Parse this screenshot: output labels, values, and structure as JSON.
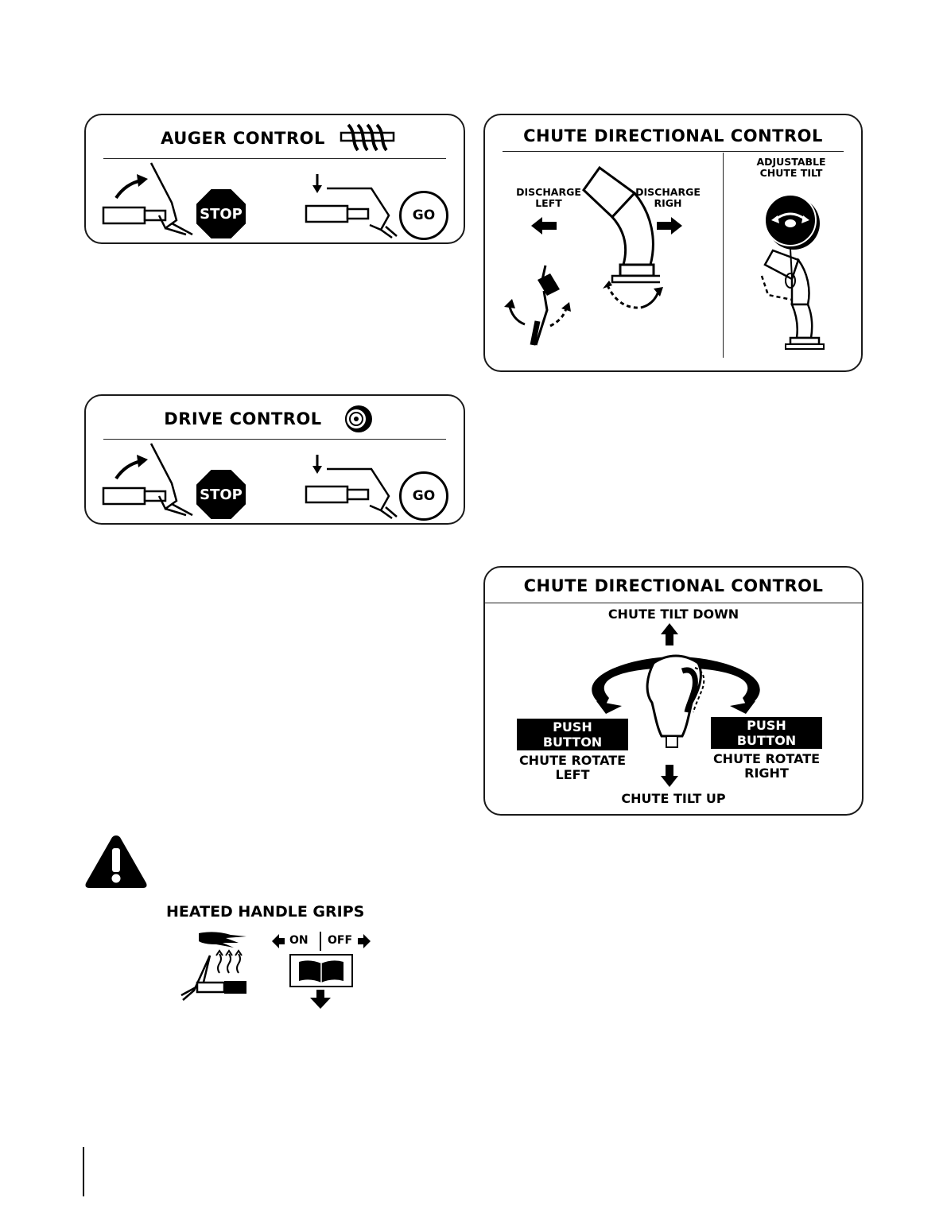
{
  "auger_control": {
    "title": "AUGER CONTROL",
    "stop_label": "STOP",
    "go_label": "GO",
    "icon": "auger-icon"
  },
  "drive_control": {
    "title": "DRIVE CONTROL",
    "stop_label": "STOP",
    "go_label": "GO",
    "icon": "wheel-icon"
  },
  "chute_directional_control_1": {
    "title": "CHUTE DIRECTIONAL CONTROL",
    "discharge_left": [
      "DISCHARGE",
      "LEFT"
    ],
    "discharge_right": [
      "DISCHARGE",
      "RIGH"
    ],
    "adjustable_tilt": [
      "ADJUSTABLE",
      "CHUTE TILT"
    ]
  },
  "chute_directional_control_2": {
    "title": "CHUTE DIRECTIONAL CONTROL",
    "tilt_down": "CHUTE TILT DOWN",
    "tilt_up": "CHUTE TILT UP",
    "push_button_left": "PUSH BUTTON",
    "rotate_left": [
      "CHUTE ROTATE",
      "LEFT"
    ],
    "push_button_right": "PUSH BUTTON",
    "rotate_right": [
      "CHUTE ROTATE",
      "RIGHT"
    ]
  },
  "heated_grips": {
    "title": "HEATED HANDLE GRIPS",
    "on_label": "ON",
    "off_label": "OFF",
    "icon": "warning-icon"
  }
}
